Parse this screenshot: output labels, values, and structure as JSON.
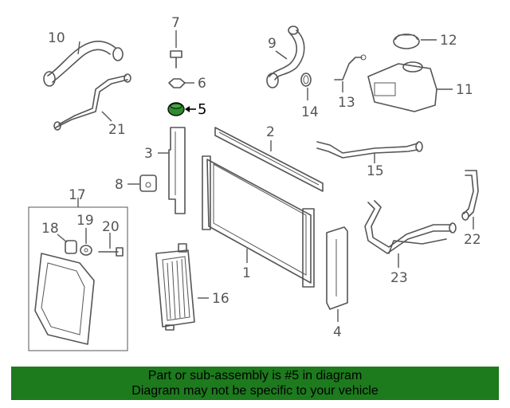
{
  "diagram": {
    "highlight_color": "#2e8b2e",
    "callouts": [
      {
        "id": "c1",
        "label": "1"
      },
      {
        "id": "c2",
        "label": "2"
      },
      {
        "id": "c3",
        "label": "3"
      },
      {
        "id": "c4",
        "label": "4"
      },
      {
        "id": "c5",
        "label": "5"
      },
      {
        "id": "c6",
        "label": "6"
      },
      {
        "id": "c7",
        "label": "7"
      },
      {
        "id": "c8",
        "label": "8"
      },
      {
        "id": "c9",
        "label": "9"
      },
      {
        "id": "c10",
        "label": "10"
      },
      {
        "id": "c11",
        "label": "11"
      },
      {
        "id": "c12",
        "label": "12"
      },
      {
        "id": "c13",
        "label": "13"
      },
      {
        "id": "c14",
        "label": "14"
      },
      {
        "id": "c15",
        "label": "15"
      },
      {
        "id": "c16",
        "label": "16"
      },
      {
        "id": "c17",
        "label": "17"
      },
      {
        "id": "c18",
        "label": "18"
      },
      {
        "id": "c19",
        "label": "19"
      },
      {
        "id": "c20",
        "label": "20"
      },
      {
        "id": "c21",
        "label": "21"
      },
      {
        "id": "c22",
        "label": "22"
      },
      {
        "id": "c23",
        "label": "23"
      }
    ]
  },
  "banner": {
    "line1": "Part or sub-assembly is #5 in diagram",
    "line2": "Diagram may not be specific to your vehicle",
    "background": "#1d7a1d"
  }
}
